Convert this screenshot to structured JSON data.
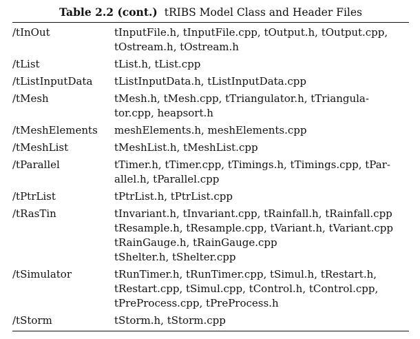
{
  "table": {
    "caption_label": "Table 2.2 (cont.)",
    "caption_title": "tRIBS Model Class and Header Files",
    "rows": [
      {
        "directory": "/tInOut",
        "files": "tInputFile.h, tInputFile.cpp, tOutput.h, tOutput.cpp,\ntOstream.h, tOstream.h"
      },
      {
        "directory": "/tList",
        "files": "tList.h, tList.cpp"
      },
      {
        "directory": "/tListInputData",
        "files": "tListInputData.h, tListInputData.cpp"
      },
      {
        "directory": "/tMesh",
        "files": "tMesh.h,  tMesh.cpp,  tTriangulator.h,  tTriangula-\ntor.cpp, heapsort.h"
      },
      {
        "directory": "/tMeshElements",
        "files": "meshElements.h, meshElements.cpp"
      },
      {
        "directory": "/tMeshList",
        "files": "tMeshList.h, tMeshList.cpp"
      },
      {
        "directory": "/tParallel",
        "files": "tTimer.h, tTimer.cpp, tTimings.h, tTimings.cpp, tPar-\nallel.h, tParallel.cpp"
      },
      {
        "directory": "/tPtrList",
        "files": "tPtrList.h, tPtrList.cpp"
      },
      {
        "directory": "/tRasTin",
        "files": "tInvariant.h, tInvariant.cpp, tRainfall.h, tRainfall.cpp\ntResample.h, tResample.cpp, tVariant.h, tVariant.cpp\ntRainGauge.h, tRainGauge.cpp\ntShelter.h, tShelter.cpp"
      },
      {
        "directory": "/tSimulator",
        "files": "tRunTimer.h,  tRunTimer.cpp,  tSimul.h,  tRestart.h,\ntRestart.cpp,  tSimul.cpp,  tControl.h,  tControl.cpp,\ntPreProcess.cpp, tPreProcess.h"
      },
      {
        "directory": "/tStorm",
        "files": "tStorm.h, tStorm.cpp"
      }
    ]
  }
}
